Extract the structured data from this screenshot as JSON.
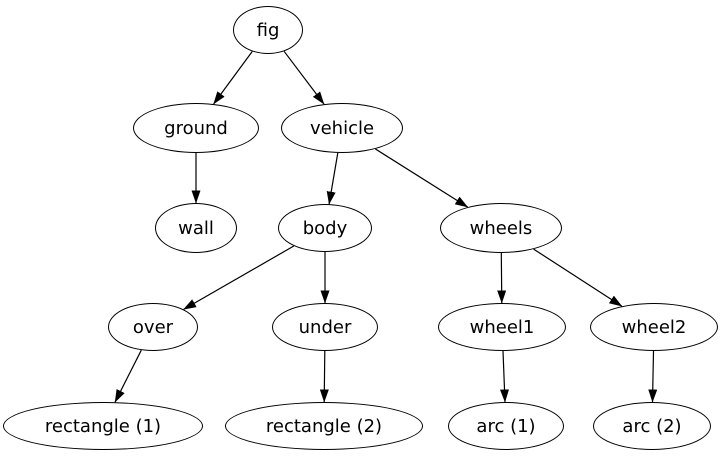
{
  "diagram": {
    "type": "tree",
    "background_color": "#ffffff",
    "node_fill": "#ffffff",
    "node_stroke": "#000000",
    "edge_color": "#000000",
    "text_color": "#000000",
    "nodes": [
      {
        "id": "fig",
        "label": "fig"
      },
      {
        "id": "ground",
        "label": "ground"
      },
      {
        "id": "vehicle",
        "label": "vehicle"
      },
      {
        "id": "wall",
        "label": "wall"
      },
      {
        "id": "body",
        "label": "body"
      },
      {
        "id": "wheels",
        "label": "wheels"
      },
      {
        "id": "over",
        "label": "over"
      },
      {
        "id": "under",
        "label": "under"
      },
      {
        "id": "wheel1",
        "label": "wheel1"
      },
      {
        "id": "wheel2",
        "label": "wheel2"
      },
      {
        "id": "rect1",
        "label": "rectangle (1)"
      },
      {
        "id": "rect2",
        "label": "rectangle (2)"
      },
      {
        "id": "arc1",
        "label": "arc (1)"
      },
      {
        "id": "arc2",
        "label": "arc (2)"
      }
    ],
    "edges": [
      {
        "from": "fig",
        "to": "ground"
      },
      {
        "from": "fig",
        "to": "vehicle"
      },
      {
        "from": "ground",
        "to": "wall"
      },
      {
        "from": "vehicle",
        "to": "body"
      },
      {
        "from": "vehicle",
        "to": "wheels"
      },
      {
        "from": "body",
        "to": "over"
      },
      {
        "from": "body",
        "to": "under"
      },
      {
        "from": "over",
        "to": "rect1"
      },
      {
        "from": "under",
        "to": "rect2"
      },
      {
        "from": "wheels",
        "to": "wheel1"
      },
      {
        "from": "wheels",
        "to": "wheel2"
      },
      {
        "from": "wheel1",
        "to": "arc1"
      },
      {
        "from": "wheel2",
        "to": "arc2"
      }
    ]
  }
}
